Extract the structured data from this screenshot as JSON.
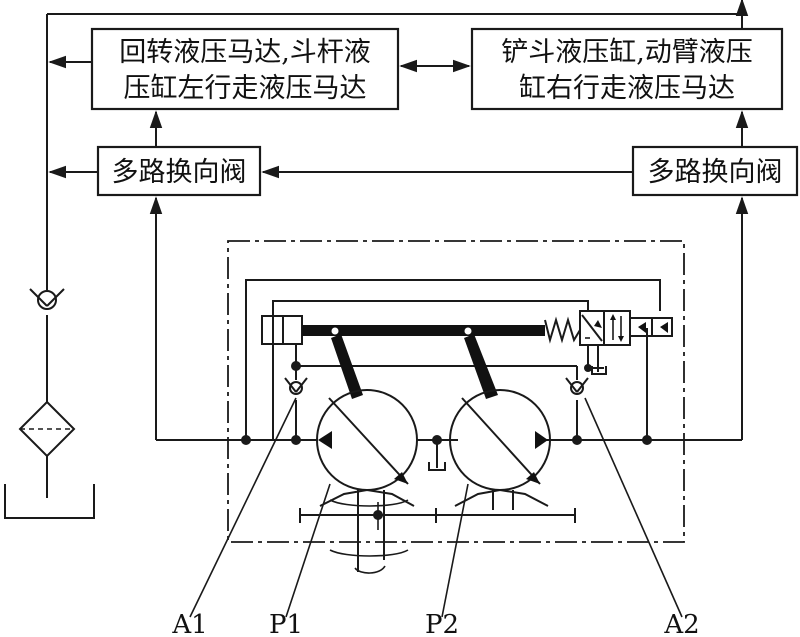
{
  "diagram": {
    "boxes": {
      "left_actuators": {
        "line1": "回转液压马达,斗杆液",
        "line2": "压缸左行走液压马达"
      },
      "right_actuators": {
        "line1": "铲斗液压缸,动臂液压",
        "line2": "缸右行走液压马达"
      },
      "left_valve": {
        "label": "多路换向阀"
      },
      "right_valve": {
        "label": "多路换向阀"
      }
    },
    "labels": {
      "a1": "A1",
      "p1": "P1",
      "p2": "P2",
      "a2": "A2"
    }
  }
}
